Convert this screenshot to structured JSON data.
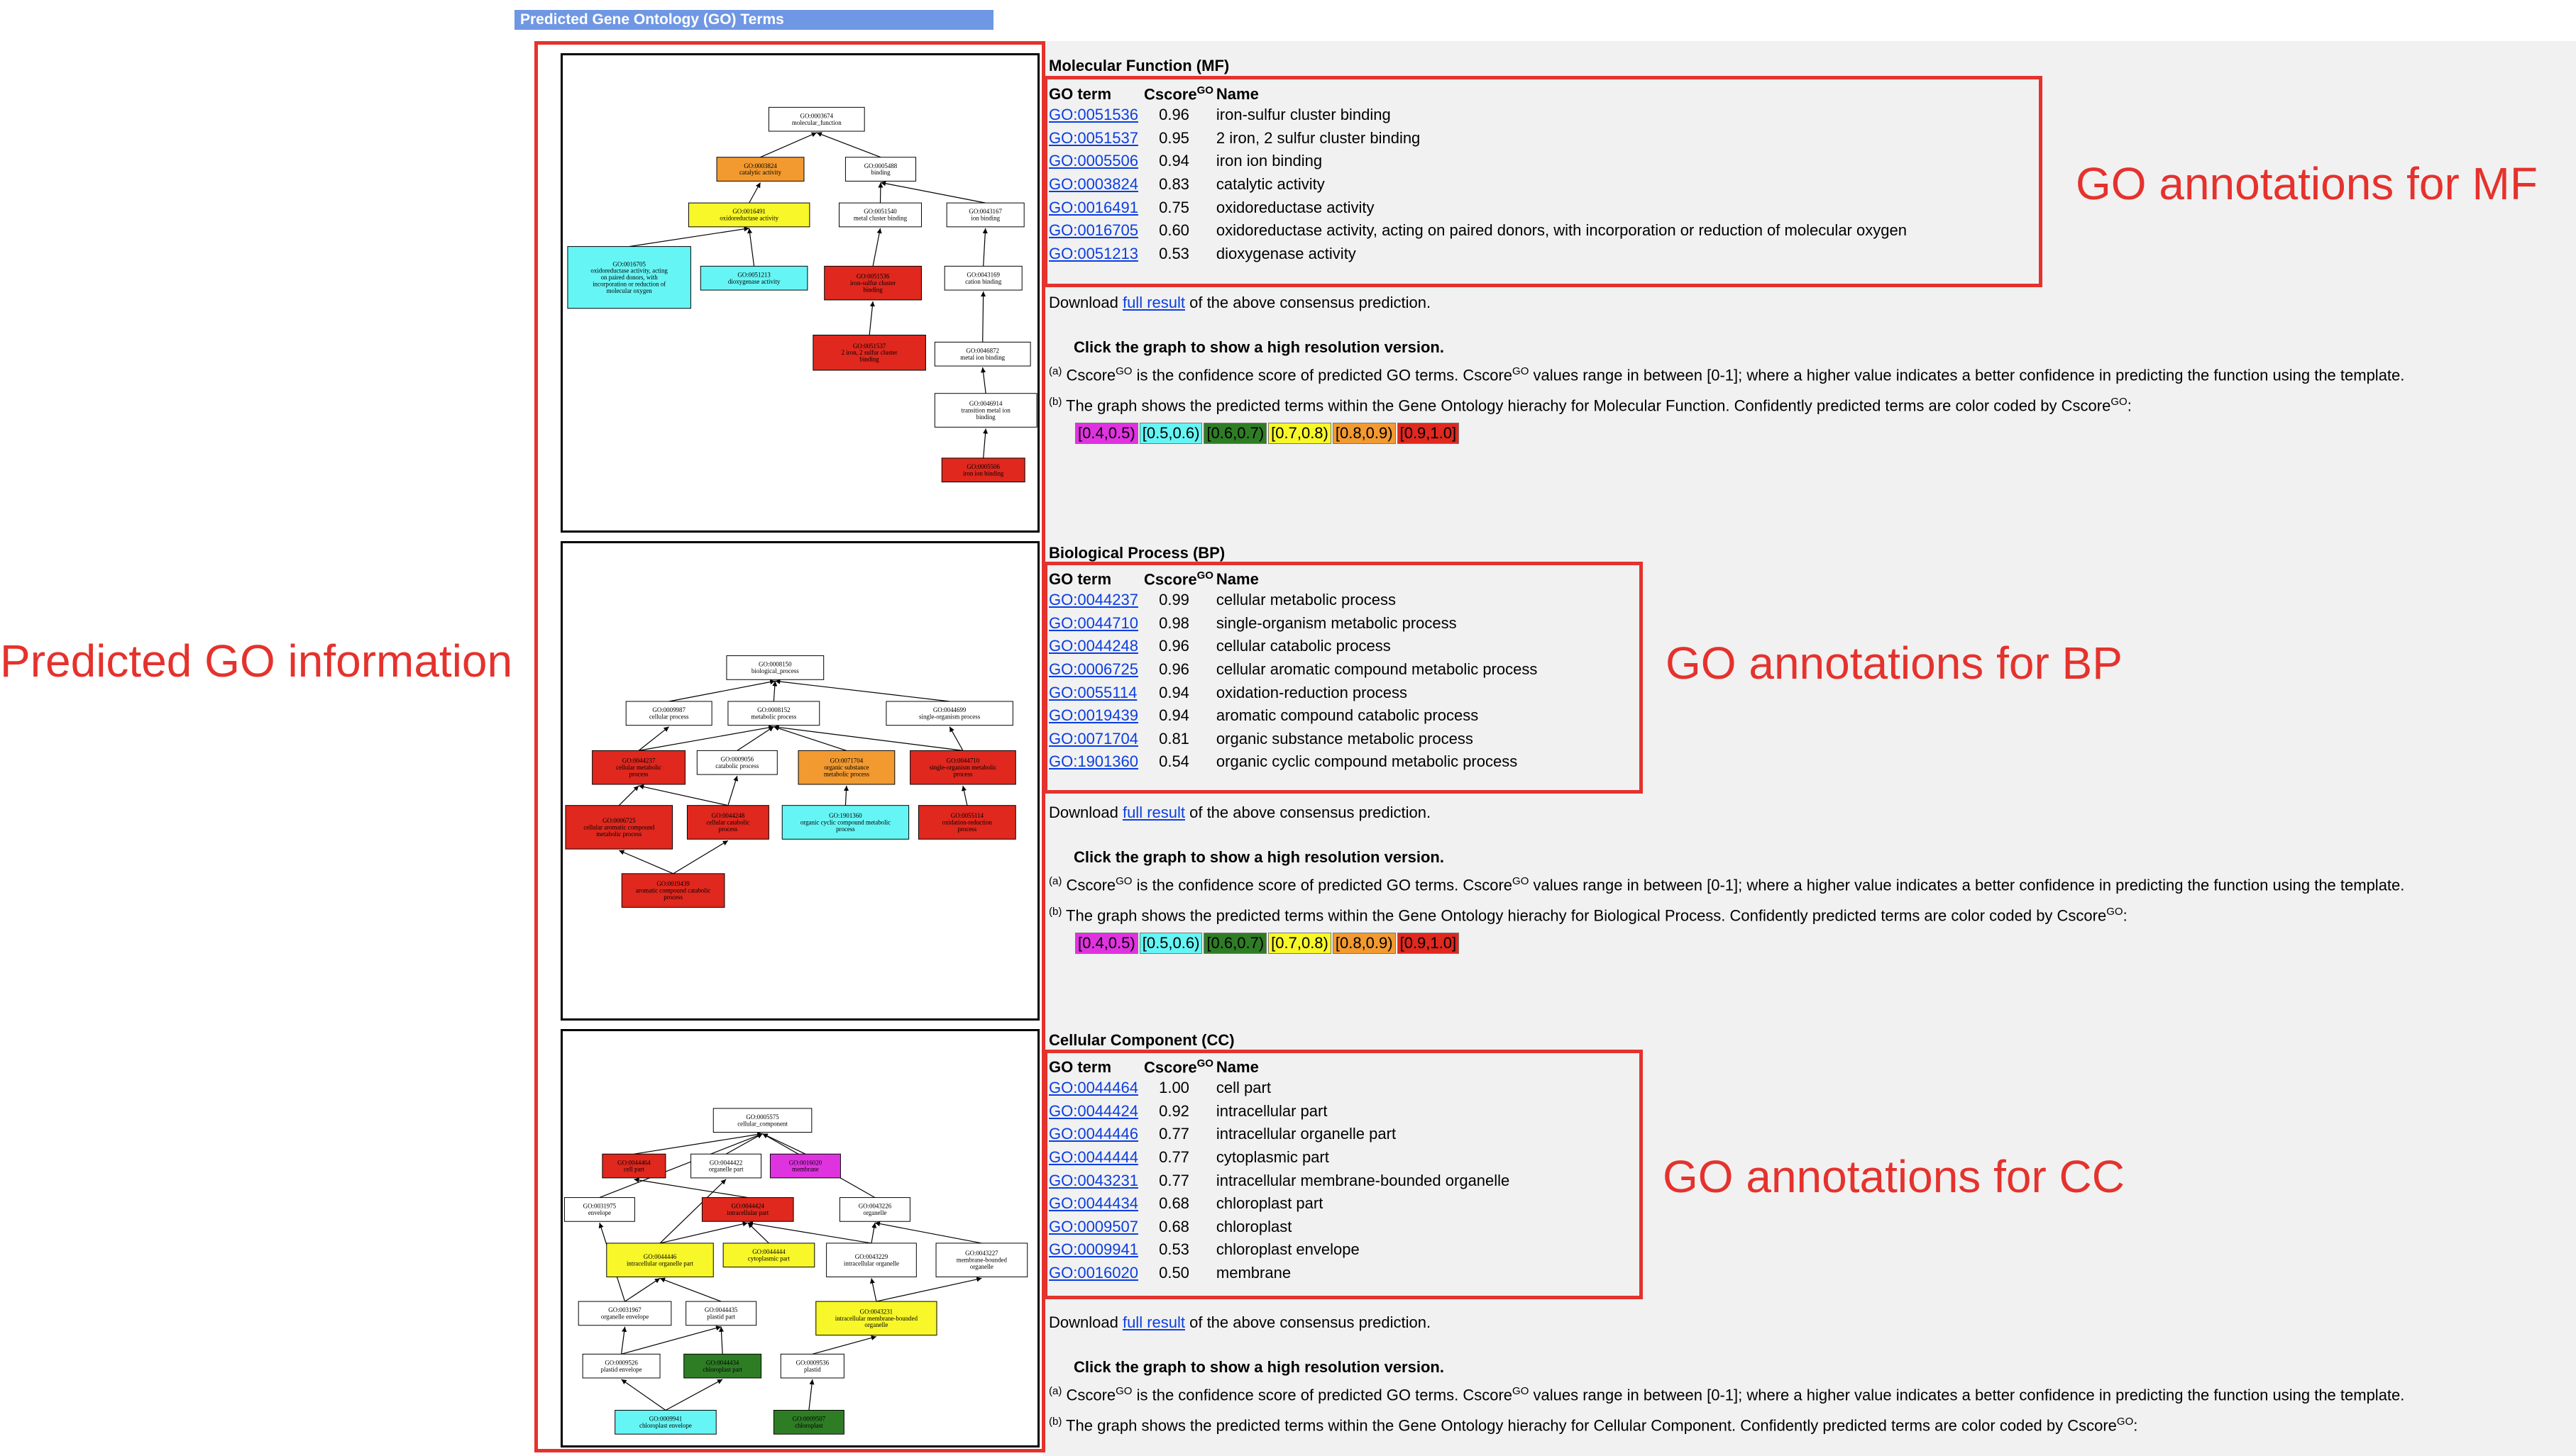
{
  "header": {
    "title": "Predicted Gene Ontology (GO) Terms"
  },
  "annotations": {
    "left": "Predicted GO information",
    "mf": "GO annotations for MF",
    "bp": "GO annotations for BP",
    "cc": "GO annotations for CC"
  },
  "common": {
    "col_go": "GO term",
    "col_cscore": "Cscore",
    "col_sup": "GO",
    "col_name": "Name",
    "download_pre": "Download ",
    "download_link": "full result",
    "download_post": " of the above consensus prediction.",
    "click_graph": "Click the graph to show a high resolution version.",
    "note_a_label": "(a)",
    "note_a_1": " Cscore",
    "note_a_2": " is the confidence score of predicted GO terms. Cscore",
    "note_a_3": " values range in between [0-1]; where a higher value indicates a better confidence in predicting the function using the template.",
    "note_b_label": "(b)",
    "note_b_mf": " The graph shows the predicted terms within the Gene Ontology hierachy for Molecular Function. Confidently predicted terms are color coded by Cscore",
    "note_b_bp": " The graph shows the predicted terms within the Gene Ontology hierachy for Biological Process. Confidently predicted terms are color coded by Cscore",
    "note_b_cc": " The graph shows the predicted terms within the Gene Ontology hierachy for Cellular Component. Confidently predicted terms are color coded by Cscore",
    "colon": ":"
  },
  "legend": [
    {
      "label": "[0.4,0.5)",
      "color": "#e033e0"
    },
    {
      "label": "[0.5,0.6)",
      "color": "#66f5f5"
    },
    {
      "label": "[0.6,0.7)",
      "color": "#2e7d25"
    },
    {
      "label": "[0.7,0.8)",
      "color": "#f7f72a"
    },
    {
      "label": "[0.8,0.9)",
      "color": "#f29a30"
    },
    {
      "label": "[0.9,1.0]",
      "color": "#e0281e"
    }
  ],
  "mf": {
    "title": "Molecular Function (MF)",
    "rows": [
      {
        "go": "GO:0051536",
        "score": "0.96",
        "name": "iron-sulfur cluster binding"
      },
      {
        "go": "GO:0051537",
        "score": "0.95",
        "name": "2 iron, 2 sulfur cluster binding"
      },
      {
        "go": "GO:0005506",
        "score": "0.94",
        "name": "iron ion binding"
      },
      {
        "go": "GO:0003824",
        "score": "0.83",
        "name": "catalytic activity"
      },
      {
        "go": "GO:0016491",
        "score": "0.75",
        "name": "oxidoreductase activity"
      },
      {
        "go": "GO:0016705",
        "score": "0.60",
        "name": "oxidoreductase activity, acting on paired donors, with incorporation or reduction of molecular oxygen"
      },
      {
        "go": "GO:0051213",
        "score": "0.53",
        "name": "dioxygenase activity"
      }
    ]
  },
  "bp": {
    "title": "Biological Process (BP)",
    "rows": [
      {
        "go": "GO:0044237",
        "score": "0.99",
        "name": "cellular metabolic process"
      },
      {
        "go": "GO:0044710",
        "score": "0.98",
        "name": "single-organism metabolic process"
      },
      {
        "go": "GO:0044248",
        "score": "0.96",
        "name": "cellular catabolic process"
      },
      {
        "go": "GO:0006725",
        "score": "0.96",
        "name": "cellular aromatic compound metabolic process"
      },
      {
        "go": "GO:0055114",
        "score": "0.94",
        "name": "oxidation-reduction process"
      },
      {
        "go": "GO:0019439",
        "score": "0.94",
        "name": "aromatic compound catabolic process"
      },
      {
        "go": "GO:0071704",
        "score": "0.81",
        "name": "organic substance metabolic process"
      },
      {
        "go": "GO:1901360",
        "score": "0.54",
        "name": "organic cyclic compound metabolic process"
      }
    ]
  },
  "cc": {
    "title": "Cellular Component (CC)",
    "rows": [
      {
        "go": "GO:0044464",
        "score": "1.00",
        "name": "cell part"
      },
      {
        "go": "GO:0044424",
        "score": "0.92",
        "name": "intracellular part"
      },
      {
        "go": "GO:0044446",
        "score": "0.77",
        "name": "intracellular organelle part"
      },
      {
        "go": "GO:0044444",
        "score": "0.77",
        "name": "cytoplasmic part"
      },
      {
        "go": "GO:0043231",
        "score": "0.77",
        "name": "intracellular membrane-bounded organelle"
      },
      {
        "go": "GO:0044434",
        "score": "0.68",
        "name": "chloroplast part"
      },
      {
        "go": "GO:0009507",
        "score": "0.68",
        "name": "chloroplast"
      },
      {
        "go": "GO:0009941",
        "score": "0.53",
        "name": "chloroplast envelope"
      },
      {
        "go": "GO:0016020",
        "score": "0.50",
        "name": "membrane"
      }
    ]
  },
  "graphs": {
    "mf": [
      {
        "id": "GO:0003674",
        "label": "molecular_function",
        "color": "#ffffff"
      },
      {
        "id": "GO:0003824",
        "label": "catalytic activity",
        "color": "#f29a30"
      },
      {
        "id": "GO:0005488",
        "label": "binding",
        "color": "#ffffff"
      },
      {
        "id": "GO:0016491",
        "label": "oxidoreductase activity",
        "color": "#f7f72a"
      },
      {
        "id": "GO:0051540",
        "label": "metal cluster binding",
        "color": "#ffffff"
      },
      {
        "id": "GO:0043167",
        "label": "ion binding",
        "color": "#ffffff"
      },
      {
        "id": "GO:0016705",
        "label": "oxidoreductase activity, acting on paired donors, with incorporation or reduction of molecular oxygen",
        "color": "#66f5f5"
      },
      {
        "id": "GO:0051213",
        "label": "dioxygenase activity",
        "color": "#66f5f5"
      },
      {
        "id": "GO:0051536",
        "label": "iron-sulfur cluster binding",
        "color": "#e0281e"
      },
      {
        "id": "GO:0043169",
        "label": "cation binding",
        "color": "#ffffff"
      },
      {
        "id": "GO:0051537",
        "label": "2 iron, 2 sulfur cluster binding",
        "color": "#e0281e"
      },
      {
        "id": "GO:0046872",
        "label": "metal ion binding",
        "color": "#ffffff"
      },
      {
        "id": "GO:0046914",
        "label": "transition metal ion binding",
        "color": "#ffffff"
      },
      {
        "id": "GO:0005506",
        "label": "iron ion binding",
        "color": "#e0281e"
      }
    ],
    "bp": [
      {
        "id": "GO:0008150",
        "label": "biological_process",
        "color": "#ffffff"
      },
      {
        "id": "GO:0009987",
        "label": "cellular process",
        "color": "#ffffff"
      },
      {
        "id": "GO:0008152",
        "label": "metabolic process",
        "color": "#ffffff"
      },
      {
        "id": "GO:0044699",
        "label": "single-organism process",
        "color": "#ffffff"
      },
      {
        "id": "GO:0044237",
        "label": "cellular metabolic process",
        "color": "#e0281e"
      },
      {
        "id": "GO:0009056",
        "label": "catabolic process",
        "color": "#ffffff"
      },
      {
        "id": "GO:0071704",
        "label": "organic substance metabolic process",
        "color": "#f29a30"
      },
      {
        "id": "GO:0044710",
        "label": "single-organism metabolic process",
        "color": "#e0281e"
      },
      {
        "id": "GO:0006725",
        "label": "cellular aromatic compound metabolic process",
        "color": "#e0281e"
      },
      {
        "id": "GO:0044248",
        "label": "cellular catabolic process",
        "color": "#e0281e"
      },
      {
        "id": "GO:1901360",
        "label": "organic cyclic compound metabolic process",
        "color": "#66f5f5"
      },
      {
        "id": "GO:0055114",
        "label": "oxidation-reduction process",
        "color": "#e0281e"
      },
      {
        "id": "GO:0019439",
        "label": "aromatic compound catabolic process",
        "color": "#e0281e"
      }
    ],
    "cc": [
      {
        "id": "GO:0005575",
        "label": "cellular_component",
        "color": "#ffffff"
      },
      {
        "id": "GO:0044464",
        "label": "cell part",
        "color": "#e0281e"
      },
      {
        "id": "GO:0044422",
        "label": "organelle part",
        "color": "#ffffff"
      },
      {
        "id": "GO:0016020",
        "label": "membrane",
        "color": "#e033e0"
      },
      {
        "id": "GO:0031975",
        "label": "envelope",
        "color": "#ffffff"
      },
      {
        "id": "GO:0044424",
        "label": "intracellular part",
        "color": "#e0281e"
      },
      {
        "id": "GO:0043226",
        "label": "organelle",
        "color": "#ffffff"
      },
      {
        "id": "GO:0044446",
        "label": "intracellular organelle part",
        "color": "#f7f72a"
      },
      {
        "id": "GO:0044444",
        "label": "cytoplasmic part",
        "color": "#f7f72a"
      },
      {
        "id": "GO:0043229",
        "label": "intracellular organelle",
        "color": "#ffffff"
      },
      {
        "id": "GO:0043227",
        "label": "membrane-bounded organelle",
        "color": "#ffffff"
      },
      {
        "id": "GO:0031967",
        "label": "organelle envelope",
        "color": "#ffffff"
      },
      {
        "id": "GO:0044435",
        "label": "plastid part",
        "color": "#ffffff"
      },
      {
        "id": "GO:0043231",
        "label": "intracellular membrane-bounded organelle",
        "color": "#f7f72a"
      },
      {
        "id": "GO:0009526",
        "label": "plastid envelope",
        "color": "#ffffff"
      },
      {
        "id": "GO:0044434",
        "label": "chloroplast part",
        "color": "#2e7d25"
      },
      {
        "id": "GO:0009536",
        "label": "plastid",
        "color": "#ffffff"
      },
      {
        "id": "GO:0009941",
        "label": "chloroplast envelope",
        "color": "#66f5f5"
      },
      {
        "id": "GO:0009507",
        "label": "chloroplast",
        "color": "#2e7d25"
      }
    ]
  }
}
